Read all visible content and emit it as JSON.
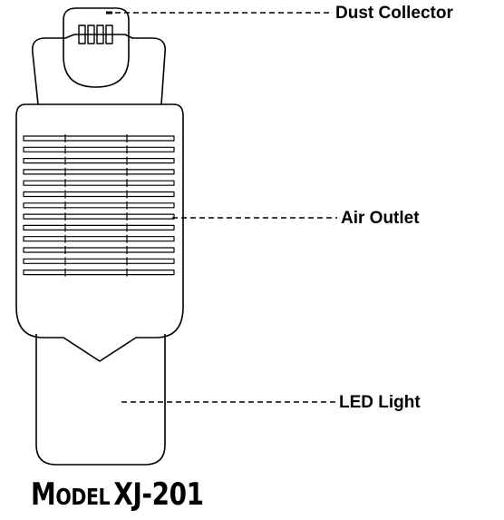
{
  "labels": {
    "dust_collector": "Dust Collector",
    "air_outlet": "Air Outlet",
    "led_light": "LED Light"
  },
  "model": {
    "first_letter": "M",
    "rest_of_word": "ODEL",
    "number": "XJ-201"
  },
  "colors": {
    "line": "#000000",
    "background": "#ffffff"
  }
}
